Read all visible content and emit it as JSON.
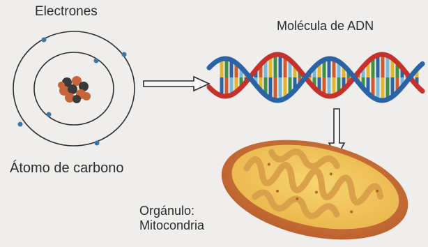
{
  "labels": {
    "electrons": "Electrones",
    "dna_molecule": "Molécula de ADN",
    "carbon_atom": "Átomo de carbono",
    "organelle_line1": "Orgánulo:",
    "organelle_line2": "Mitocondria"
  },
  "colors": {
    "background": "#efeeec",
    "orbit": "#2f2f2f",
    "electron": "#3b78a8",
    "proton": "#c8643a",
    "neutron": "#3a3a3a",
    "dna_strand_red": "#c7312c",
    "dna_strand_blue": "#2a64a6",
    "mitochondria_outer": "#c9703a",
    "mitochondria_inner": "#f3c25a",
    "cristae": "#d9a24a",
    "arrow": "#2b2b2b"
  },
  "icons": {
    "arrow_right": "hollow-arrow-right-icon",
    "arrow_down": "hollow-arrow-down-icon"
  },
  "diagram": {
    "atom": {
      "orbits": 2,
      "electrons_inner": 2,
      "electrons_outer": 4
    }
  }
}
